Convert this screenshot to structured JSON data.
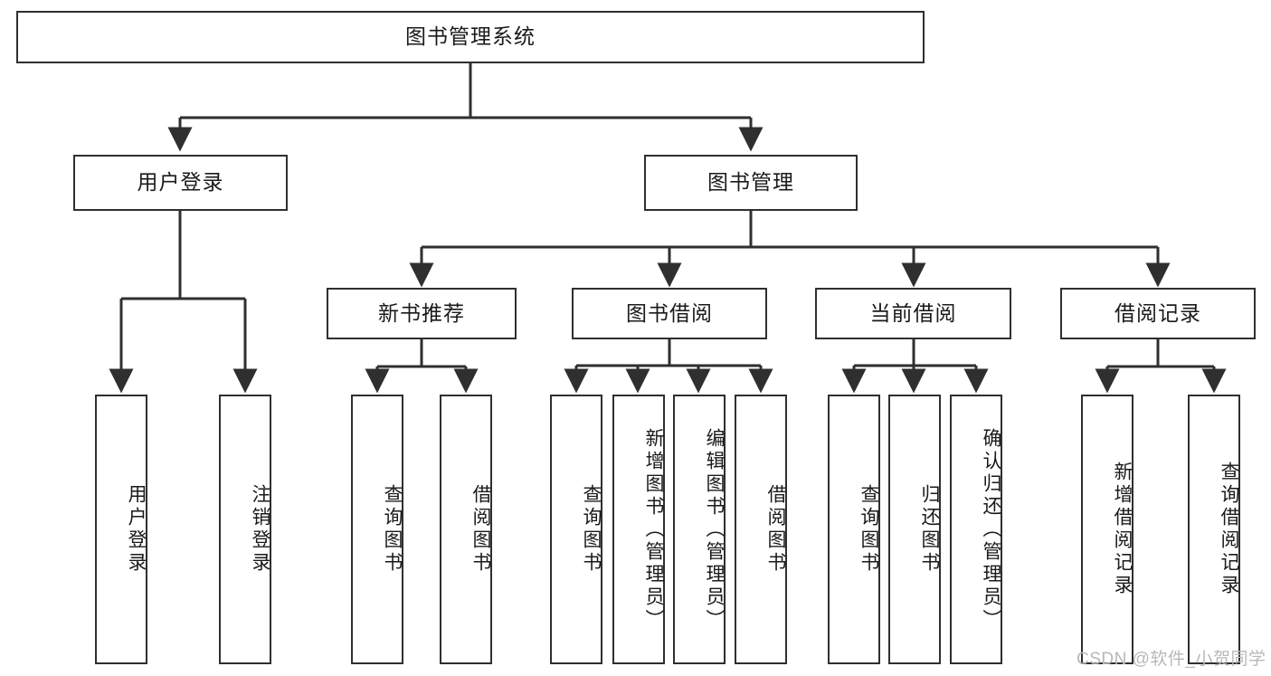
{
  "diagram": {
    "type": "tree",
    "title": "图书管理系统",
    "root": {
      "label": "图书管理系统"
    },
    "level2": [
      {
        "label": "用户登录"
      },
      {
        "label": "图书管理"
      }
    ],
    "level3": [
      {
        "label": "新书推荐"
      },
      {
        "label": "图书借阅"
      },
      {
        "label": "当前借阅"
      },
      {
        "label": "借阅记录"
      }
    ],
    "leaves": {
      "user_login": [
        {
          "label": "用户登录"
        },
        {
          "label": "注销登录"
        }
      ],
      "new_book": [
        {
          "label": "查询图书"
        },
        {
          "label": "借阅图书"
        }
      ],
      "book_borrow": [
        {
          "label": "查询图书"
        },
        {
          "label": "新增图书（管理员）"
        },
        {
          "label": "编辑图书（管理员）"
        },
        {
          "label": "借阅图书"
        }
      ],
      "current_borrow": [
        {
          "label": "查询图书"
        },
        {
          "label": "归还图书"
        },
        {
          "label": "确认归还（管理员）"
        }
      ],
      "borrow_record": [
        {
          "label": "新增借阅记录"
        },
        {
          "label": "查询借阅记录"
        }
      ]
    }
  },
  "watermark": {
    "text": "CSDN @软件_小贺同学"
  },
  "colors": {
    "stroke": "#2f2f2f",
    "fill": "#ffffff",
    "text": "#1a1a1a",
    "watermark": "#b8b8b8"
  }
}
